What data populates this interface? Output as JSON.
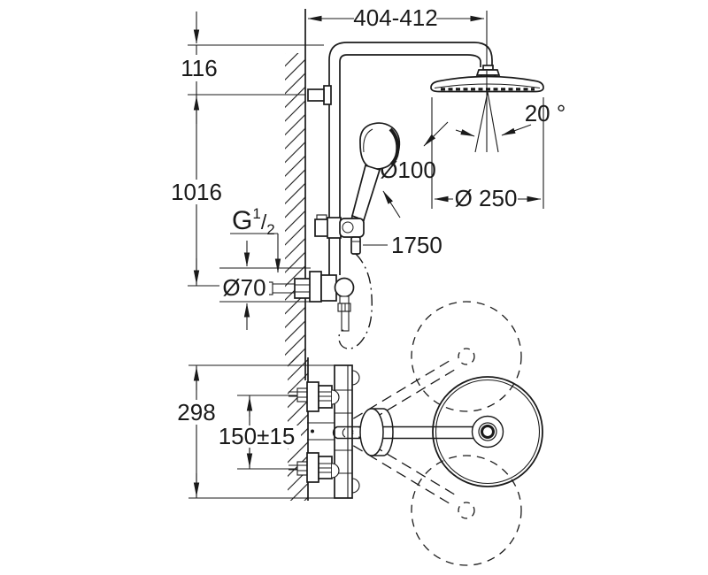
{
  "colors": {
    "line": "#1a1a1a",
    "background": "#ffffff"
  },
  "dimensions": {
    "arm_reach": "404-412",
    "head_offset": "116",
    "riser_height": "1016",
    "spray_angle": "20 °",
    "hand_shower_diameter": "Ø100",
    "head_shower_diameter": "Ø 250",
    "hose_length": "1750",
    "escutcheon_diameter": "Ø70",
    "plate_height": "298",
    "inlet_spacing": "150±15",
    "thread": {
      "prefix": "G",
      "numerator": "1",
      "slash": "/",
      "denominator": "2"
    }
  }
}
